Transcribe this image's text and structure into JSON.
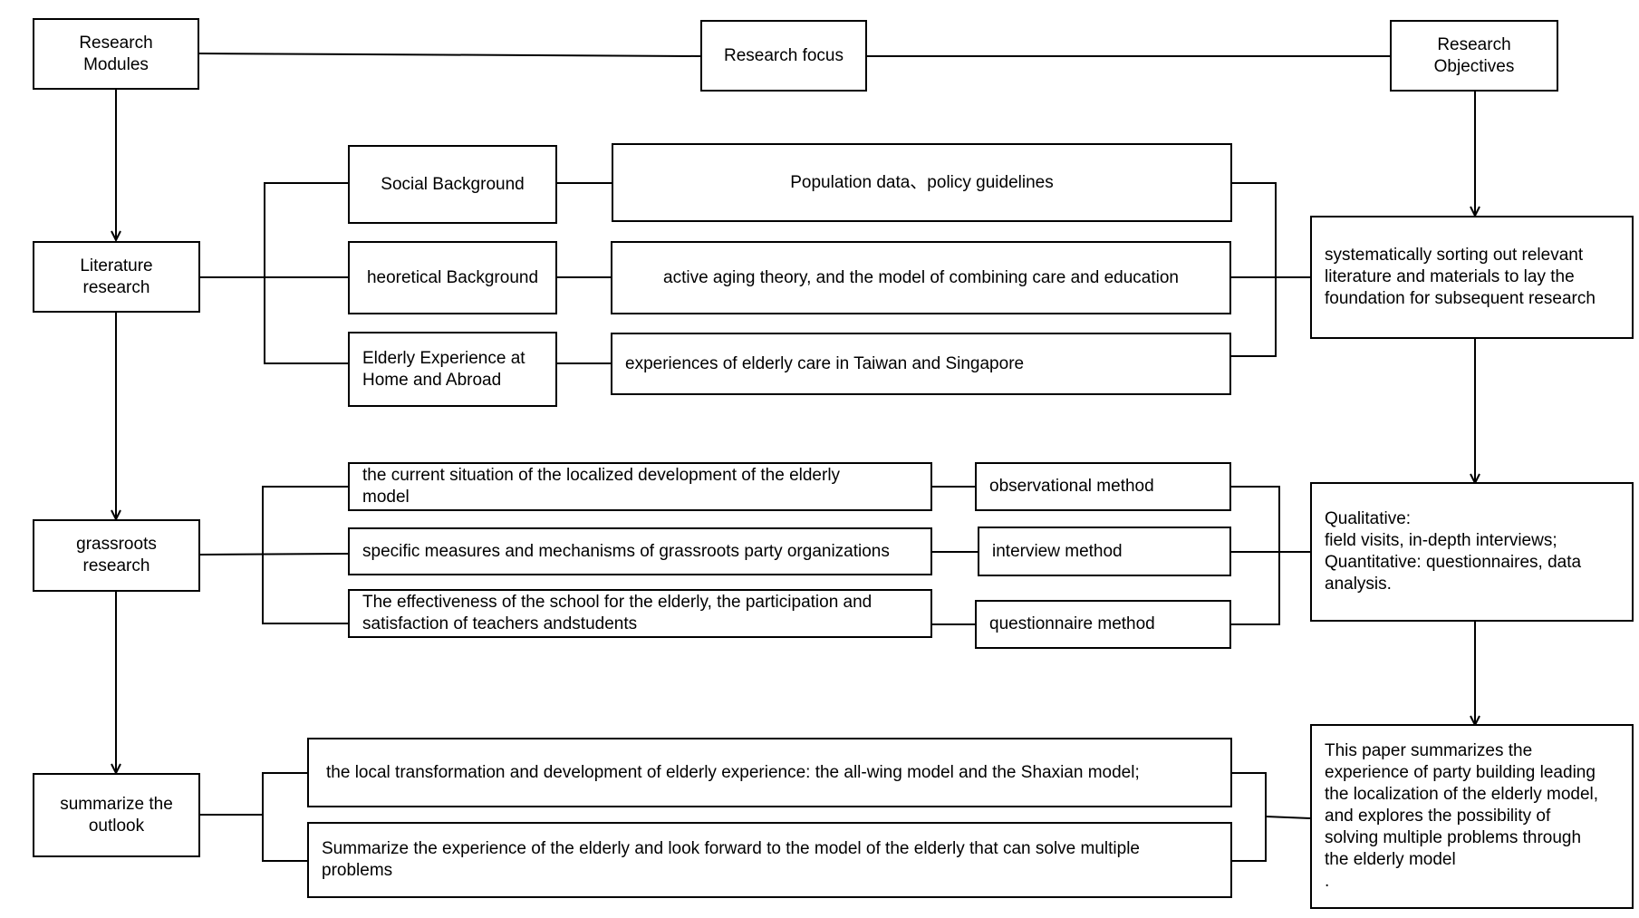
{
  "header": {
    "modules": "Research\nModules",
    "focus": "Research focus",
    "objectives": "Research\nObjectives"
  },
  "modules": {
    "literature": "Literature\nresearch",
    "grassroots": "grassroots\nresearch",
    "summarize": "summarize the\noutlook"
  },
  "literature": {
    "topics": [
      "Social Background",
      "heoretical Background",
      "Elderly Experience at\nHome and Abroad"
    ],
    "details": [
      "Population data、policy guidelines",
      "active aging theory, and the model of combining care and education",
      "experiences of elderly care in Taiwan and Singapore"
    ]
  },
  "grassroots": {
    "topics": [
      "the current situation of the localized development of the elderly\nmodel",
      "specific measures and mechanisms of grassroots party organizations",
      "The effectiveness of the school for the elderly, the participation and\nsatisfaction of teachers andstudents"
    ],
    "methods": [
      "observational method",
      "interview method",
      "questionnaire method"
    ]
  },
  "outlook": {
    "topics": [
      "the local transformation and development of elderly experience: the all-wing model and the Shaxian model;",
      "Summarize the experience of the elderly and look forward to the model of the elderly that can solve multiple\nproblems"
    ]
  },
  "objectives": {
    "literature": "systematically sorting out relevant\nliterature and materials to lay the\nfoundation for subsequent research",
    "grassroots": "Qualitative:\nfield visits, in-depth interviews;\nQuantitative: questionnaires, data\nanalysis.",
    "summarize": "This paper summarizes the\nexperience of party building leading\nthe localization of the elderly model,\nand explores the possibility of\nsolving multiple problems through\nthe elderly model\n."
  }
}
